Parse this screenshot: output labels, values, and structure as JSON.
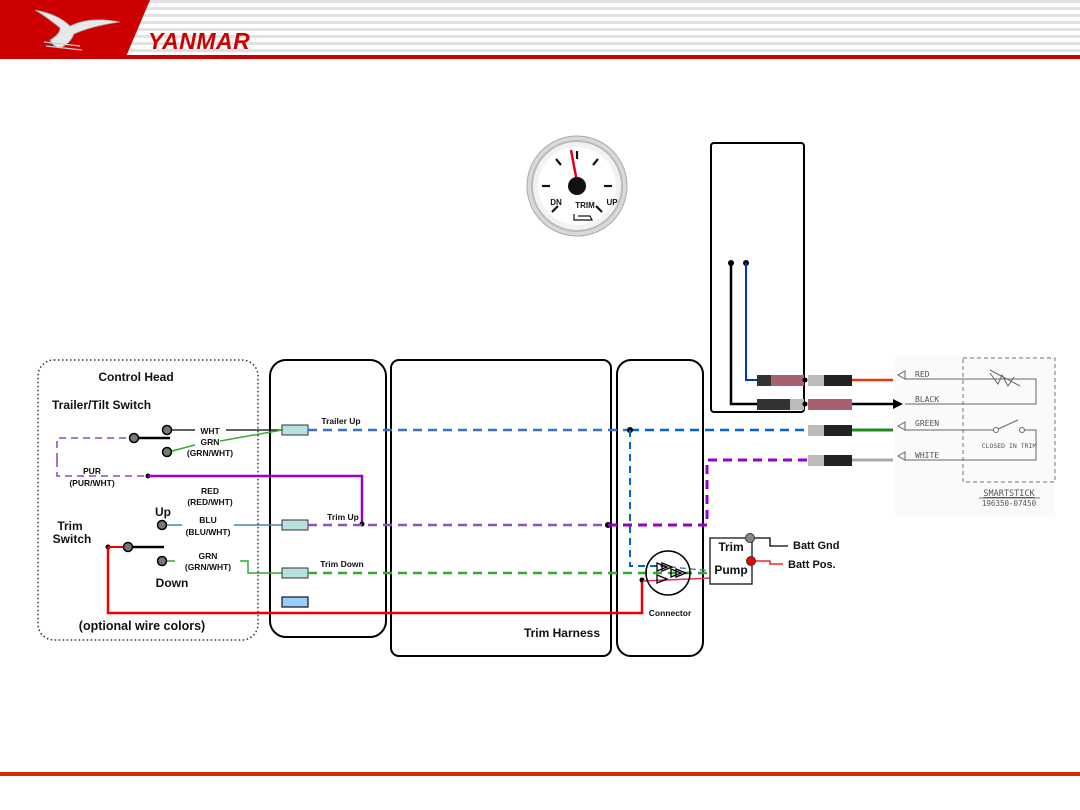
{
  "header": {
    "brand": "YANMAR",
    "logo": "seagull-logo-icon"
  },
  "gauge": {
    "label_dn": "DN",
    "label_trim": "TRIM",
    "label_up": "UP",
    "needle_position": "near top, slightly toward DN"
  },
  "control_head": {
    "title": "Control Head",
    "trailer_switch_title": "Trailer/Tilt Switch",
    "wire_wht": "WHT",
    "wire_grn": "GRN",
    "wire_grn_alt": "(GRN/WHT)",
    "wire_pur": "PUR",
    "wire_pur_alt": "(PUR/WHT)",
    "wire_red": "RED",
    "wire_red_alt": "(RED/WHT)",
    "trim_switch_title_1": "Trim",
    "trim_switch_title_2": "Switch",
    "up_label": "Up",
    "down_label": "Down",
    "wire_blu": "BLU",
    "wire_blu_alt": "(BLU/WHT)",
    "wire_grn2": "GRN",
    "wire_grn2_alt": "(GRN/WHT)",
    "footnote": "(optional wire colors)"
  },
  "connector_block": {
    "trailer_up": "Trailer Up",
    "trim_up": "Trim Up",
    "trim_down": "Trim Down"
  },
  "harness": {
    "label": "Trim Harness"
  },
  "pump_section": {
    "connector_label": "Connector",
    "pump_label_1": "Trim",
    "pump_label_2": "Pump",
    "batt_gnd": "Batt Gnd",
    "batt_pos": "Batt Pos."
  },
  "smartstick": {
    "wire_red": "RED",
    "wire_black": "BLACK",
    "wire_green": "GREEN",
    "wire_white": "WHITE",
    "switch_note": "CLOSED IN TRIM",
    "title": "SMARTSTICK",
    "part_number": "196350-07450"
  },
  "colors": {
    "brand_red": "#cc0000",
    "wire_blue": "#0066cc",
    "wire_purple": "#9900cc",
    "wire_green": "#33aa33",
    "wire_red": "#ee0000",
    "wire_black": "#000000",
    "wire_gray": "#aaaaaa",
    "connector_fill": "#b7e0e0",
    "fuse_fill": "#99ccff"
  }
}
